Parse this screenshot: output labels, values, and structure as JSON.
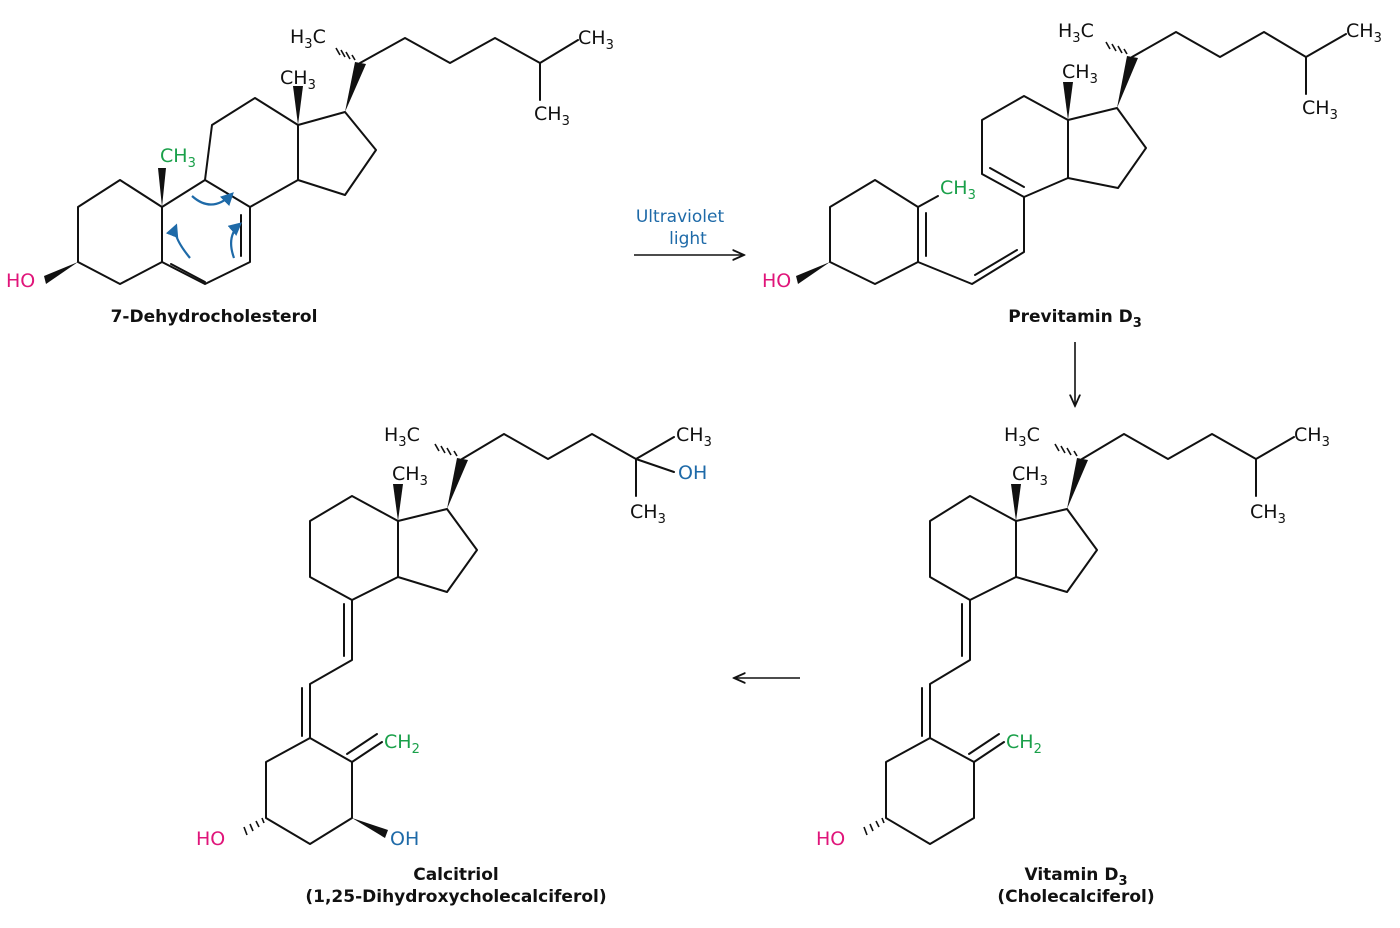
{
  "colors": {
    "bond": "#111111",
    "hydroxyl_magenta": "#e0157a",
    "hydroxyl_blue": "#1e6aa8",
    "methyl_green": "#1aa04a",
    "curved_arrow": "#1e6aa8",
    "annotation": "#1e6aa8"
  },
  "reaction": {
    "condition_line1": "Ultraviolet",
    "condition_line2": "light"
  },
  "molecules": {
    "dehydrocholesterol": {
      "name": "7-Dehydrocholesterol",
      "labels": {
        "ho": "HO",
        "ch3_side": "H3C",
        "ch3_ring_c": "CH3",
        "ch3_ring_green": "CH3",
        "ch3_end1": "CH3",
        "ch3_end2": "CH3"
      }
    },
    "previtamin": {
      "name": "Previtamin D3",
      "labels": {
        "ho": "HO",
        "ch3_green": "CH3",
        "ch3_side": "H3C",
        "ch3_ring": "CH3",
        "ch3_end1": "CH3",
        "ch3_end2": "CH3"
      }
    },
    "vitamin_d3": {
      "name_line1": "Vitamin D3",
      "name_line2": "(Cholecalciferol)",
      "labels": {
        "ho": "HO",
        "ch2": "CH2",
        "ch3_side": "H3C",
        "ch3_ring": "CH3",
        "ch3_end1": "CH3",
        "ch3_end2": "CH3"
      }
    },
    "calcitriol": {
      "name_line1": "Calcitriol",
      "name_line2": "(1,25-Dihydroxycholecalciferol)",
      "labels": {
        "ho_left": "HO",
        "oh_right": "OH",
        "ch2": "CH2",
        "ch3_side": "H3C",
        "ch3_ring": "CH3",
        "ch3_end1": "CH3",
        "oh_end": "OH",
        "ch3_end2": "CH3"
      }
    }
  }
}
